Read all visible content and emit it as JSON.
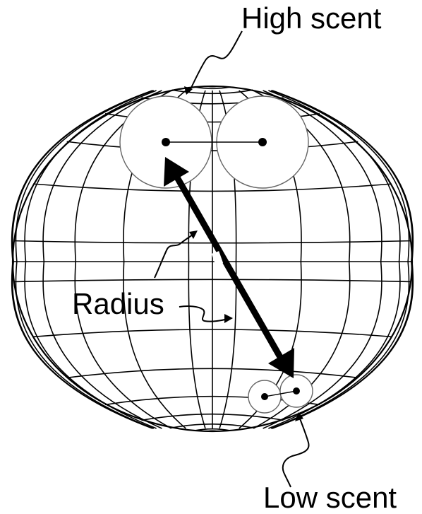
{
  "labels": {
    "high_scent": "High scent",
    "radius": "Radius",
    "low_scent": "Low scent"
  },
  "colors": {
    "line": "#000000",
    "circle_fill": "#ffffff",
    "circle_stroke": "#666666"
  }
}
